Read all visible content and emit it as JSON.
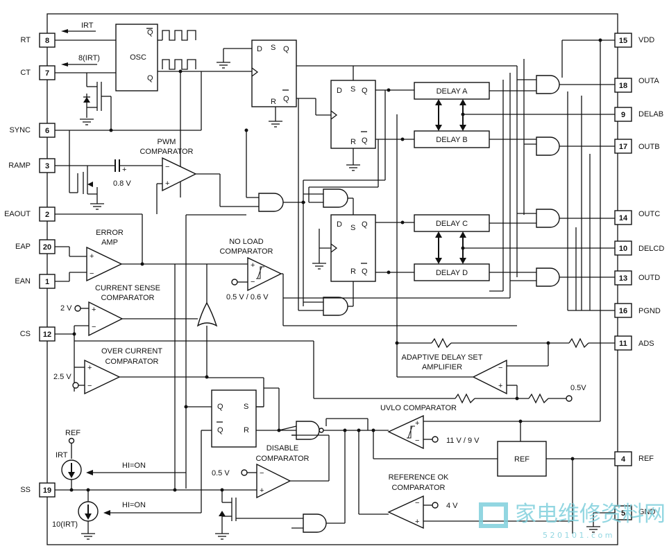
{
  "pins": [
    {
      "num": "8",
      "label": "RT"
    },
    {
      "num": "7",
      "label": "CT"
    },
    {
      "num": "6",
      "label": "SYNC"
    },
    {
      "num": "3",
      "label": "RAMP"
    },
    {
      "num": "2",
      "label": "EAOUT"
    },
    {
      "num": "20",
      "label": "EAP"
    },
    {
      "num": "1",
      "label": "EAN"
    },
    {
      "num": "12",
      "label": "CS"
    },
    {
      "num": "19",
      "label": "SS"
    },
    {
      "num": "15",
      "label": "VDD"
    },
    {
      "num": "18",
      "label": "OUTA"
    },
    {
      "num": "9",
      "label": "DELAB"
    },
    {
      "num": "17",
      "label": "OUTB"
    },
    {
      "num": "14",
      "label": "OUTC"
    },
    {
      "num": "10",
      "label": "DELCD"
    },
    {
      "num": "13",
      "label": "OUTD"
    },
    {
      "num": "16",
      "label": "PGND"
    },
    {
      "num": "11",
      "label": "ADS"
    },
    {
      "num": "4",
      "label": "REF"
    },
    {
      "num": "5",
      "label": "GND"
    }
  ],
  "blocks": {
    "osc": "OSC",
    "delay_a": "DELAY A",
    "delay_b": "DELAY B",
    "delay_c": "DELAY C",
    "delay_d": "DELAY D",
    "ref": "REF"
  },
  "labels": {
    "irt": "IRT",
    "eight_irt": "8(IRT)",
    "pwm1": "PWM",
    "pwm2": "COMPARATOR",
    "v08": "0.8 V",
    "err1": "ERROR",
    "err2": "AMP",
    "noload1": "NO LOAD",
    "noload2": "COMPARATOR",
    "noload_v": "0.5 V / 0.6 V",
    "cs1": "CURRENT SENSE",
    "cs2": "COMPARATOR",
    "v2": "2 V",
    "oc1": "OVER CURRENT",
    "oc2": "COMPARATOR",
    "v25": "2.5 V",
    "ads1": "ADAPTIVE DELAY SET",
    "ads2": "AMPLIFIER",
    "v05r": "0.5V",
    "uvlo": "UVLO COMPARATOR",
    "uvlo_v": "11 V / 9 V",
    "refpin": "REF",
    "irt_src": "IRT",
    "hion1": "HI=ON",
    "dis1": "DISABLE",
    "dis2": "COMPARATOR",
    "v05d": "0.5 V",
    "refok1": "REFERENCE OK",
    "refok2": "COMPARATOR",
    "v4": "4 V",
    "hion2": "HI=ON",
    "ten_irt": "10(IRT)"
  },
  "watermark": {
    "main": "家电维修资料网",
    "sub": "5 2 0 1 0 1 . c o m"
  }
}
